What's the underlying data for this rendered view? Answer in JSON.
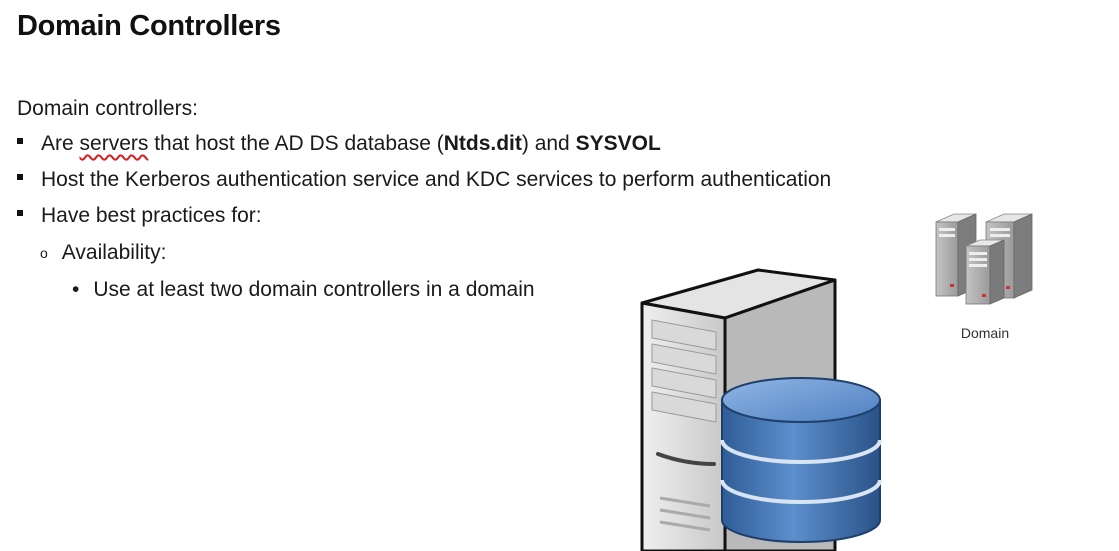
{
  "slide": {
    "title": "Domain Controllers",
    "intro": "Domain controllers:",
    "bullets": [
      {
        "pre": "Are ",
        "underlined": "servers",
        "mid": " that host the AD DS database (",
        "bold1": "Ntds.dit",
        "mid2": ") and ",
        "bold2": "SYSVOL"
      },
      {
        "text": "Host the Kerberos authentication service and KDC services to perform authentication"
      },
      {
        "text": "Have best practices for:"
      }
    ],
    "sub_bullet": {
      "marker": "o",
      "text": "Availability:"
    },
    "sub_sub_bullet": {
      "marker": "•",
      "text": "Use at least two domain controllers in a domain"
    },
    "domain_caption": "Domain"
  },
  "icons": {
    "domain_icon": "server-cluster-icon",
    "main_graphic": "database-server-icon"
  },
  "colors": {
    "text": "#111111",
    "spellcheck_underline": "#d42020",
    "database_blue": "#3d6fae",
    "server_gray": "#d9d9d9"
  }
}
